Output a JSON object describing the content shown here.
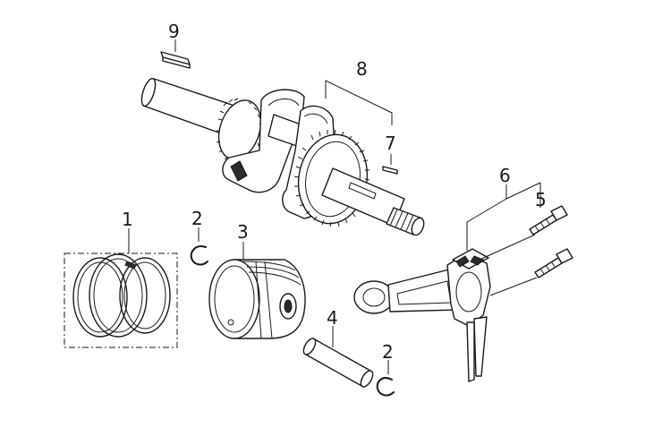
{
  "callouts": {
    "c1": "1",
    "c2a": "2",
    "c2b": "2",
    "c3": "3",
    "c4": "4",
    "c5": "5",
    "c6": "6",
    "c7": "7",
    "c8": "8",
    "c9": "9"
  },
  "colors": {
    "line": "#1a1a1a",
    "fill": "#ffffff"
  }
}
